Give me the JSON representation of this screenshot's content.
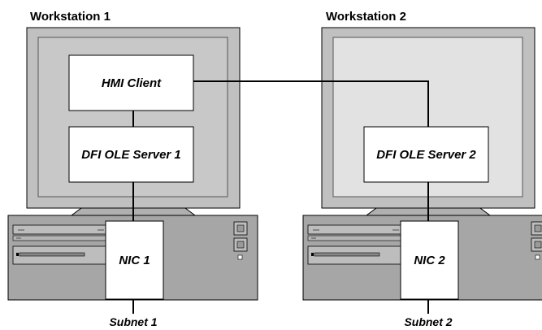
{
  "workstations": [
    {
      "title": "Workstation 1",
      "client": "HMI Client",
      "server": "DFI OLE Server 1",
      "nic": "NIC 1",
      "subnet": "Subnet 1"
    },
    {
      "title": "Workstation 2",
      "server": "DFI OLE Server 2",
      "nic": "NIC 2",
      "subnet": "Subnet 2"
    }
  ],
  "colors": {
    "monitor_frame": "#c0c0c0",
    "monitor_screen_1": "#c8c8c8",
    "monitor_screen_2": "#e2e2e2",
    "case": "#a6a6a6",
    "box_fill": "#ffffff",
    "line": "#000000"
  }
}
